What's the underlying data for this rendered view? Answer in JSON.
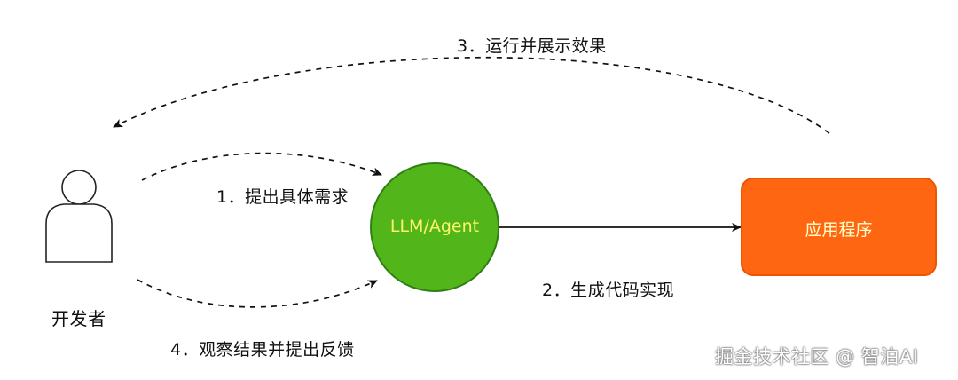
{
  "colors": {
    "llm_fill": "#52b61a",
    "llm_stroke": "#2f7f12",
    "llm_text": "#fff36a",
    "app_fill": "#ff6611",
    "app_stroke": "#ee5500",
    "app_text": "#ffffcc",
    "arrow": "#111111",
    "user_outline": "#222222"
  },
  "icons": {
    "developer": "user-icon"
  },
  "nodes": {
    "developer": "开发者",
    "llm": "LLM/Agent",
    "app": "应用程序"
  },
  "edges": {
    "step1": "1．提出具体需求",
    "step2": "2．生成代码实现",
    "step3": "3．运行并展示效果",
    "step4": "4．观察结果并提出反馈"
  },
  "watermark": "掘金技术社区 @ 智泊AI"
}
